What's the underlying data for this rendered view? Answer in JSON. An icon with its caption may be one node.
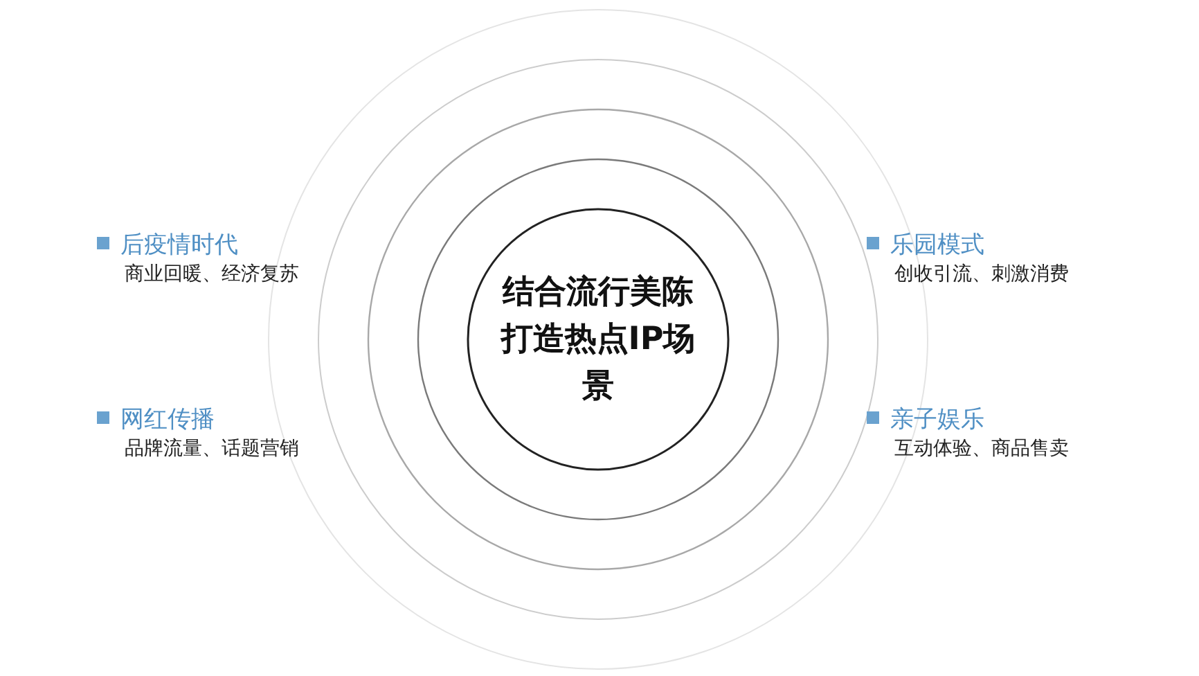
{
  "diagram": {
    "nodes": [
      {
        "text": [
          "结合流行美陈打造热点IP场景"
        ]
      }
    ],
    "labels": [
      "后疫情时代",
      "商业回暖、经济复苏",
      "乐园模式",
      "创收引流、刺激消费",
      "网红传播",
      "品牌流量、话题营销",
      "亲子娱乐",
      "互动体验、商品售卖"
    ]
  }
}
